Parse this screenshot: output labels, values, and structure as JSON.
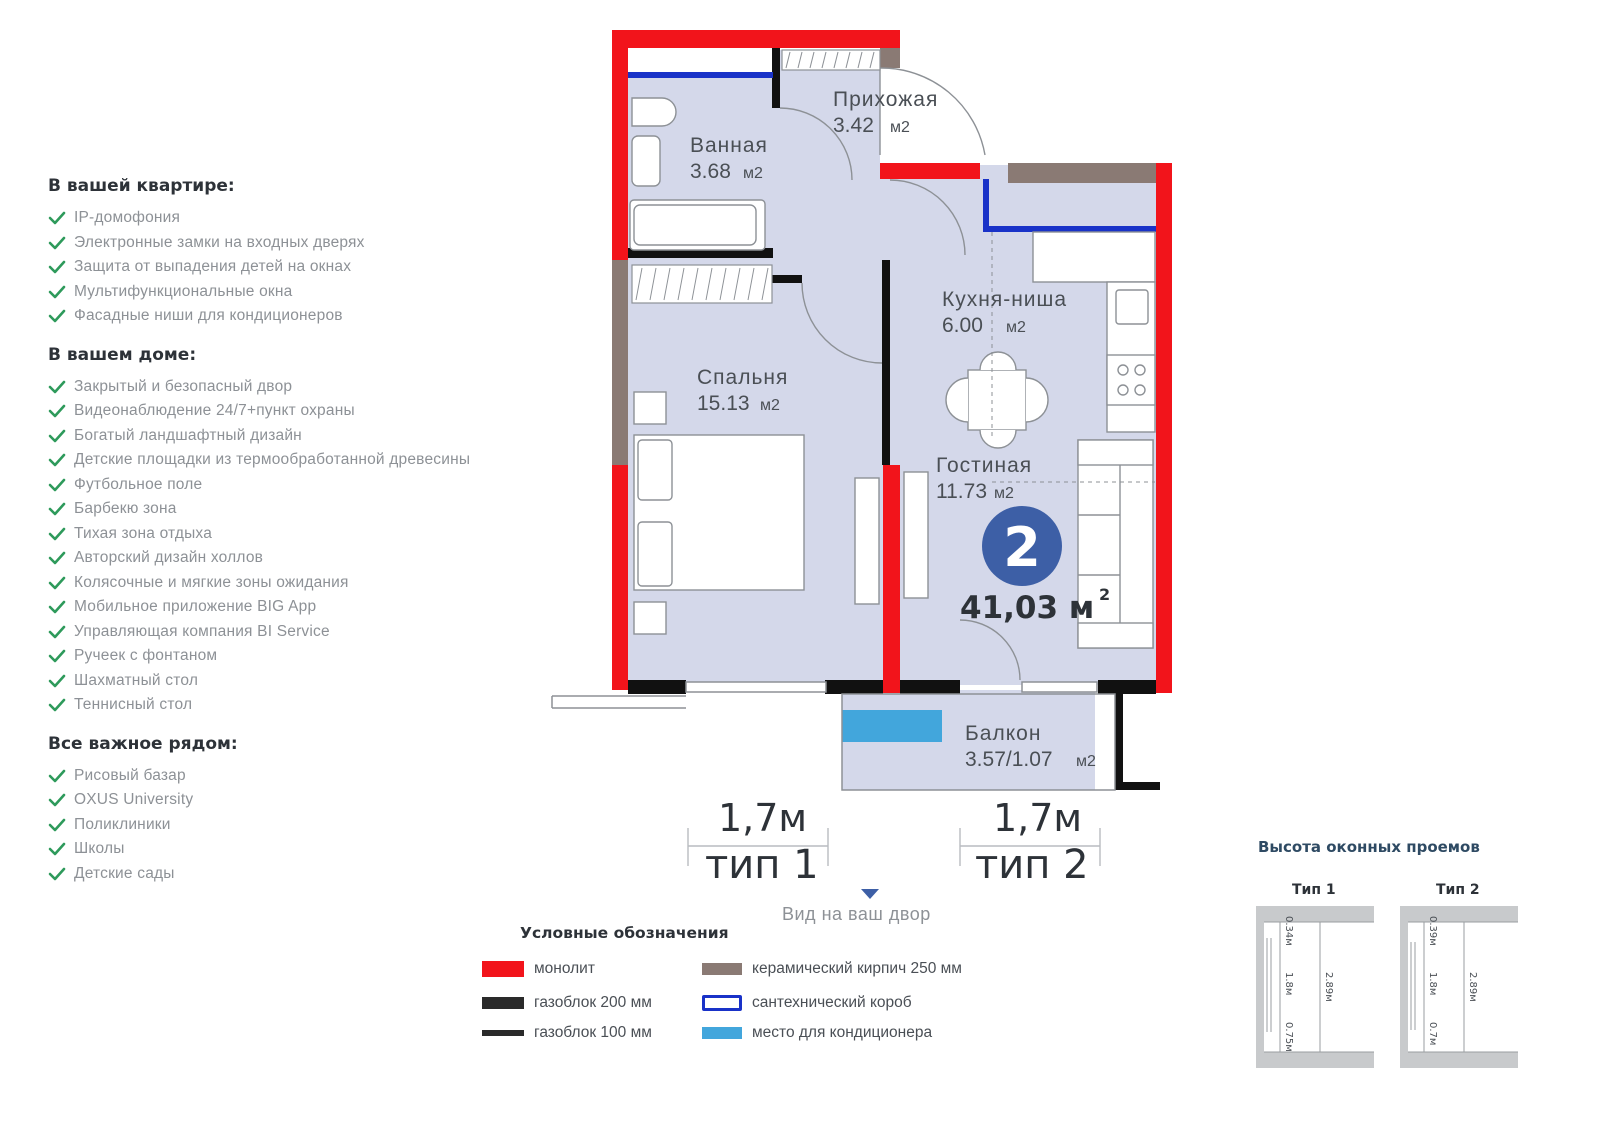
{
  "features": {
    "sections": [
      {
        "title": "В вашей квартире:",
        "items": [
          "IP-домофония",
          "Электронные замки на входных дверях",
          "Защита от выпадения детей на окнах",
          "Мультифункциональные окна",
          "Фасадные ниши для кондиционеров"
        ]
      },
      {
        "title": "В вашем доме:",
        "items": [
          "Закрытый и безопасный двор",
          "Видеонаблюдение 24/7+пункт охраны",
          "Богатый ландшафтный дизайн",
          "Детские площадки из термообработанной древесины",
          "Футбольное поле",
          "Барбекю зона",
          "Тихая зона отдыха",
          "Авторский дизайн холлов",
          "Колясочные и мягкие зоны ожидания",
          "Мобильное приложение BIG App",
          "Управляющая компания BI Service",
          "Ручеек с фонтаном",
          "Шахматный стол",
          "Теннисный стол"
        ]
      },
      {
        "title": "Все важное рядом:",
        "items": [
          "Рисовый базар",
          "OXUS University",
          "Поликлиники",
          "Школы",
          "Детские сады"
        ]
      }
    ],
    "check_color": "#2e9a5b"
  },
  "plan": {
    "rooms": {
      "hall": {
        "name": "Прихожая",
        "area": "3.42",
        "unit": "м2"
      },
      "bath": {
        "name": "Ванная",
        "area": "3.68",
        "unit": "м2"
      },
      "kitchen": {
        "name": "Кухня-ниша",
        "area": "6.00",
        "unit": "м2"
      },
      "bedroom": {
        "name": "Спальня",
        "area": "15.13",
        "unit": "м2"
      },
      "living": {
        "name": "Гостиная",
        "area": "11.73",
        "unit": "м2"
      },
      "balcony": {
        "name": "Балкон",
        "area": "3.57/1.07",
        "unit": "м2"
      }
    },
    "rooms_count": "2",
    "total_area": "41,03 м",
    "total_area_sup": "2",
    "window1": {
      "height": "1,7м",
      "type": "тип 1"
    },
    "window2": {
      "height": "1,7м",
      "type": "тип 2"
    },
    "view_label": "Вид на ваш двор",
    "colors": {
      "monolith": "#f2141b",
      "brick": "#8a7a74",
      "gasblock": "#111111",
      "duct": "#1932c8",
      "ac": "#42a6dc",
      "floor": "#d4d8ea",
      "badge": "#3d5fa6"
    }
  },
  "legend": {
    "title": "Условные обозначения",
    "items": {
      "monolith": "монолит",
      "gas200": "газоблок 200 мм",
      "gas100": "газоблок 100 мм",
      "brick": "керамический кирпич 250 мм",
      "duct": "сантехнический короб",
      "ac": "место для кондиционера"
    }
  },
  "window_heights": {
    "title": "Высота оконных проемов",
    "type1": {
      "label": "Тип 1",
      "top": "0.34м",
      "middle": "1.8м",
      "bottom": "0.75м",
      "total": "2.89м"
    },
    "type2": {
      "label": "Тип 2",
      "top": "0.39м",
      "middle": "1.8м",
      "bottom": "0.7м",
      "total": "2.89м"
    }
  }
}
